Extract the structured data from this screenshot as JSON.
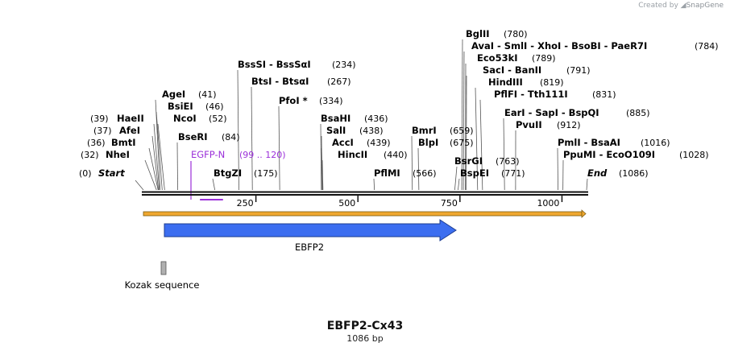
{
  "credit": "Created by",
  "brand": "SnapGene",
  "title": "EBFP2-Cx43",
  "size_label": "1086 bp",
  "seq_length": 1086,
  "sites": [
    {
      "name": "Start",
      "pos": "(0)",
      "bp": 0,
      "kind": "endpoint"
    },
    {
      "name": "NheI",
      "pos": "(32)",
      "bp": 32
    },
    {
      "name": "BmtI",
      "pos": "(36)",
      "bp": 36
    },
    {
      "name": "AfeI",
      "pos": "(37)",
      "bp": 37
    },
    {
      "name": "HaeII",
      "pos": "(39)",
      "bp": 39
    },
    {
      "name": "AgeI",
      "pos": "(41)",
      "bp": 41
    },
    {
      "name": "BsiEI",
      "pos": "(46)",
      "bp": 46
    },
    {
      "name": "NcoI",
      "pos": "(52)",
      "bp": 52
    },
    {
      "name": "BseRI",
      "pos": "(84)",
      "bp": 84
    },
    {
      "name": "BtgZI",
      "pos": "(175)",
      "bp": 175
    },
    {
      "name": "BssSI  -  BssSαI",
      "pos": "(234)",
      "bp": 234
    },
    {
      "name": "BtsI  -  BtsαI",
      "pos": "(267)",
      "bp": 267
    },
    {
      "name": "PfoI *",
      "pos": "(334)",
      "bp": 334
    },
    {
      "name": "BsaHI",
      "pos": "(436)",
      "bp": 436
    },
    {
      "name": "SalI",
      "pos": "(438)",
      "bp": 438
    },
    {
      "name": "AccI",
      "pos": "(439)",
      "bp": 439
    },
    {
      "name": "HincII",
      "pos": "(440)",
      "bp": 440
    },
    {
      "name": "PflMI",
      "pos": "(566)",
      "bp": 566
    },
    {
      "name": "BmrI",
      "pos": "(659)",
      "bp": 659
    },
    {
      "name": "BlpI",
      "pos": "(675)",
      "bp": 675
    },
    {
      "name": "BsrGI",
      "pos": "(763)",
      "bp": 763
    },
    {
      "name": "BspEI",
      "pos": "(771)",
      "bp": 771
    },
    {
      "name": "BglII",
      "pos": "(780)",
      "bp": 780
    },
    {
      "name": "AvaI  -  SmlI  -  XhoI  -  BsoBI  -  PaeR7I",
      "pos": "(784)",
      "bp": 784
    },
    {
      "name": "Eco53kI",
      "pos": "(789)",
      "bp": 789
    },
    {
      "name": "SacI  -  BanII",
      "pos": "(791)",
      "bp": 791
    },
    {
      "name": "HindIII",
      "pos": "(819)",
      "bp": 819
    },
    {
      "name": "PflFI  -  Tth111I",
      "pos": "(831)",
      "bp": 831
    },
    {
      "name": "EarI  -  SapI  -  BspQI",
      "pos": "(885)",
      "bp": 885
    },
    {
      "name": "PvuII",
      "pos": "(912)",
      "bp": 912
    },
    {
      "name": "PmlI  -  BsaAI",
      "pos": "(1016)",
      "bp": 1016
    },
    {
      "name": "PpuMI  -  EcoO109I",
      "pos": "(1028)",
      "bp": 1028
    },
    {
      "name": "End",
      "pos": "(1086)",
      "bp": 1086,
      "kind": "endpoint"
    }
  ],
  "primer": {
    "name": "EGFP-N",
    "range": "(99 .. 120)",
    "start": 99,
    "end": 120,
    "color": "#9b30d9"
  },
  "ticks": [
    250,
    500,
    750,
    1000
  ],
  "orf_color": "#f0a830",
  "features": [
    {
      "name": "EBFP2",
      "start": 53,
      "end": 770,
      "color": "#3c6ef0",
      "type": "arrow"
    },
    {
      "name": "Kozak sequence",
      "start": 46,
      "end": 52,
      "color": "#b0b0b0",
      "type": "box"
    }
  ]
}
